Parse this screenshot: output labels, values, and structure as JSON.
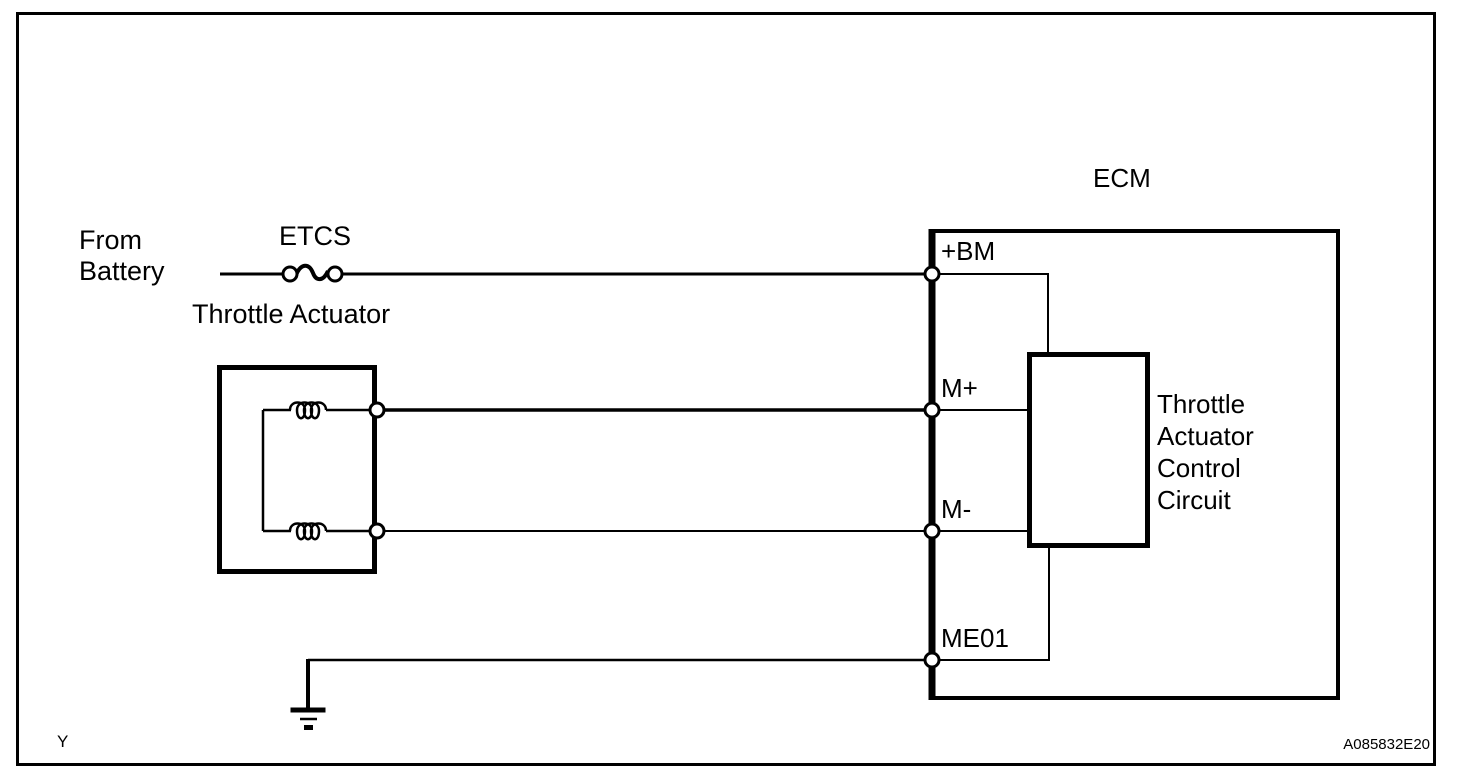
{
  "colors": {
    "line": "#000000",
    "background": "#ffffff",
    "text": "#000000"
  },
  "battery_source": {
    "line1": "From",
    "line2": "Battery"
  },
  "fuse": {
    "label": "ETCS"
  },
  "throttle_actuator": {
    "label": "Throttle Actuator"
  },
  "ecm": {
    "title": "ECM",
    "pins": [
      {
        "name": "+BM"
      },
      {
        "name": "M+"
      },
      {
        "name": "M-"
      },
      {
        "name": "ME01"
      }
    ],
    "control_circuit": {
      "line1": "Throttle",
      "line2": "Actuator",
      "line3": "Control",
      "line4": "Circuit"
    }
  },
  "footer": {
    "page_marker": "Y",
    "figure_code": "A085832E20"
  },
  "icons": {
    "fuse": "fuse-icon",
    "coil": "coil-icon",
    "ground": "ground-icon",
    "terminal": "terminal-circle-icon"
  }
}
